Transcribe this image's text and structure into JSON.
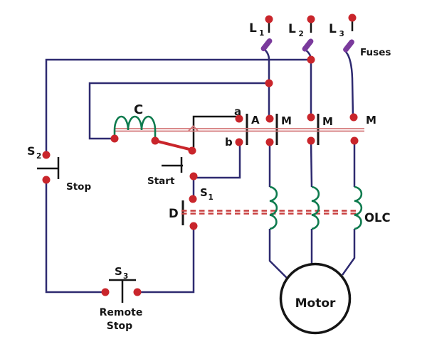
{
  "diagram": {
    "type": "motor-starter-control-circuit",
    "supply_terminals": [
      {
        "label_main": "L",
        "label_sub": "1"
      },
      {
        "label_main": "L",
        "label_sub": "2"
      },
      {
        "label_main": "L",
        "label_sub": "3"
      }
    ],
    "fuses_label": "Fuses",
    "coil": {
      "label": "C"
    },
    "contacts": {
      "a": "a",
      "b": "b",
      "aux": "A",
      "mains": [
        "M",
        "M",
        "M"
      ]
    },
    "switches": {
      "stop": {
        "label_main": "S",
        "label_sub": "2",
        "caption": "Stop"
      },
      "start": {
        "caption": "Start"
      },
      "s1": {
        "label_main": "S",
        "label_sub": "1"
      },
      "d": {
        "label": "D"
      },
      "remote": {
        "label_main": "S",
        "label_sub": "3",
        "caption_line1": "Remote",
        "caption_line2": "Stop"
      }
    },
    "overload": {
      "label": "OLC"
    },
    "motor": {
      "label": "Motor"
    },
    "colors": {
      "background": "#ffffff",
      "wire": "#2e2a70",
      "terminal_dot": "#c9252b",
      "coil_green": "#0e7b4e",
      "fuse_purple": "#7a3a9c",
      "linkage_red": "#d4787a",
      "trip_dash_red": "#c94040",
      "ink_black": "#151515"
    }
  }
}
